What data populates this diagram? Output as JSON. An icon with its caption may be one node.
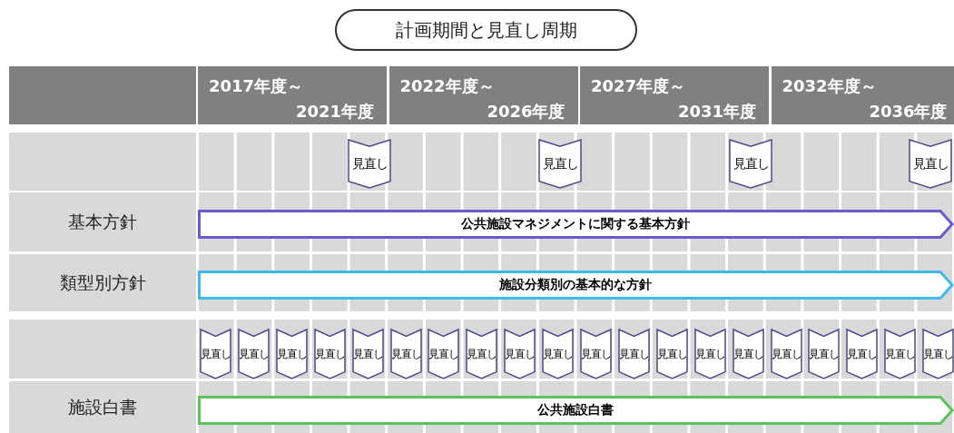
{
  "diagram": {
    "title": "計画期間と見直し周期",
    "nodes": [
      {
        "text": [
          "見直し"
        ]
      },
      {
        "text": [
          "見直し"
        ]
      },
      {
        "text": [
          "見直し"
        ]
      },
      {
        "text": [
          "見直し"
        ]
      },
      {
        "text": [
          "公共施設マネジメントに関する基本方針"
        ]
      },
      {
        "text": [
          "施設分類別の基本的な方針"
        ]
      },
      {
        "text": [
          "見直し"
        ]
      },
      {
        "text": [
          "見直し"
        ]
      },
      {
        "text": [
          "見直し"
        ]
      },
      {
        "text": [
          "見直し"
        ]
      },
      {
        "text": [
          "見直し"
        ]
      },
      {
        "text": [
          "見直し"
        ]
      },
      {
        "text": [
          "見直し"
        ]
      },
      {
        "text": [
          "見直し"
        ]
      },
      {
        "text": [
          "見直し"
        ]
      },
      {
        "text": [
          "見直し"
        ]
      },
      {
        "text": [
          "見直し"
        ]
      },
      {
        "text": [
          "見直し"
        ]
      },
      {
        "text": [
          "見直し"
        ]
      },
      {
        "text": [
          "見直し"
        ]
      },
      {
        "text": [
          "見直し"
        ]
      },
      {
        "text": [
          "見直し"
        ]
      },
      {
        "text": [
          "見直し"
        ]
      },
      {
        "text": [
          "見直し"
        ]
      },
      {
        "text": [
          "見直し"
        ]
      },
      {
        "text": [
          "見直し"
        ]
      },
      {
        "text": [
          "公共施設白書"
        ]
      }
    ],
    "edges": [],
    "labels": [
      "2017年度～ 2021年度",
      "2022年度～ 2026年度",
      "2027年度～ 2031年度",
      "2032年度～ 2036年度",
      "基本方針",
      "類型別方針",
      "施設白書"
    ]
  }
}
